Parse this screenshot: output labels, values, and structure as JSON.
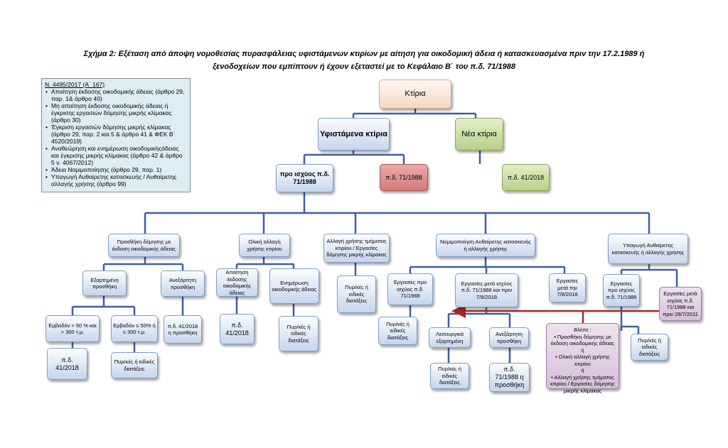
{
  "title": {
    "line1": "Σχήμα 2: Εξέταση από άποψη νομοθεσίας πυρασφάλειας υφιστάμενων κτιρίων με αίτηση για οικοδομική άδεια ή κατασκευασμένα πριν την 17.2.1989 ή",
    "line2": "ξενοδοχείων που εμπίπτουν ή έχουν εξεταστεί με το Κεφάλαιο Β΄ του π.δ. 71/1988"
  },
  "legend": {
    "heading": "Ν. 4495/2017 (Α΄ 167)",
    "items": [
      "Απαίτηση έκδοσης οικοδομικής άδειας (άρθρο 29, παρ. 1& άρθρο 40)",
      "Μη απαίτηση έκδοσης οικοδομικής άδειας ή έγκρισης εργασιών δόμησης μικρής κλίμακας (άρθρο 30)",
      "Έγκριση εργασιών δόμησης μικρής κλίμακας (άρθρο 29, παρ. 2 και 5 & άρθρο 41 & ΦΕΚ Β΄ 4520/2019)",
      "Αναθεώρηση και ενημέρωση οικοδομικήςάδειας και έγκρισης μικρής κλίμακας (άρθρο 42 & άρθρο 5 ν. 4067/2012)",
      "Άδεια Νομιμοποίησης (άρθρο 29, παρ. 1)",
      "Υπαγωγή Αυθαίρετης κατασκευής / Αυθαίρετης αλλαγής χρήσης (άρθρο 99)"
    ]
  },
  "nodes": {
    "ktiria": "Κτίρια",
    "yfistamena": "Υφιστάμενα κτίρια",
    "nea": "Νέα κτίρια",
    "pro": "προ ισχύος π.δ. 71/1988",
    "pd71": "π.δ. 71/1988",
    "pd41_new": "π.δ. 41/2018",
    "prosthiki": "Προσθήκη δόμησης με έκδοση οικοδομικής άδειας",
    "oliki": "Ολική αλλαγή χρήσης κτιρίου",
    "allagi_tmimatos": "Αλλαγή χρήσης τμήματος κτιρίου / Εργασίες δόμησης μικρής κλίμακας",
    "nomimopoiisi": "Νομιμοποίηση Αυθαίρετης κατασκευής ή αλλαγής χρήσης",
    "ypagogi": "Υπαγωγή Αυθαίρετης κατασκευής ή αλλαγής χρήσης",
    "exartimeni": "Εξαρτημένη προσθήκη",
    "anexartiti_a": "Ανεξάρτητη προσθήκη",
    "apaitisi": "Απαίτηση έκδοσης οικοδομικής άδειας",
    "enimerosi": "Ενημέρωση οικοδομικής άδειας",
    "pyr_eidikes_a": "Πυρ/κές ή ειδικές διατάξεις",
    "ergasies_pro_a": "Εργασίες προ ισχύος π.δ. 71/1988",
    "ergasies_meta_a": "Εργασίες μετά ισχύος π.δ. 71/1988 και πριν 7/8/2018",
    "ergasies_meta_782018": "Εργασίες μετά την 7/8/2018",
    "ergasies_pro_b": "Εργασίες προ ισχύος π.δ. 71/1988",
    "ergasies_meta_b": "Εργασίες μετά ισχύος π.δ. 71/1988 και πριν 28/7/2011",
    "emvadon_gt50": "Εμβαδόν > 50 % και > 300 τ.μ.",
    "emvadon_le50": "Εμβαδόν ≤ 50% ή ≤ 300 τ.μ.",
    "pd41_prosthiki": "π.δ. 41/2018 η προσθήκη",
    "pd41_oliki": "π.δ. 41/2018",
    "pyr_eidikes_enim": "Πυρ/κές ή ειδικές διατάξεις",
    "pyr_eidikes_pro": "Πυρ/κές ή ειδικές διατάξεις",
    "leitourgika": "Λειτουργικά εξαρτημένη",
    "anexartiti_b": "Ανεξάρτητη προσθήκη",
    "pyr_eidikes_ypag": "Πυρ/κές ή ειδικές διατάξεις",
    "pd41_exart": "π.δ. 41/2018",
    "pyr_eidikes_le50": "Πυρ/κές ή ειδικές διατάξεις",
    "pyr_eidikes_leit": "Πυρ/κές ή ειδικές διατάξεις",
    "pd71_prosthiki": "π.δ. 71/1988 η προσθήκη",
    "vlepe_head": "Βλέπε :",
    "vlepe_1": "• Προσθήκη δόμησης με έκδοση οικοδομικής άδειας",
    "vlepe_2": "ή",
    "vlepe_3": "• Ολική αλλαγή χρήσης κτιρίου",
    "vlepe_4": "ή",
    "vlepe_5": "• Αλλαγή χρήσης τμήματος κτιρίου / Εργασίες δόμησης μικρής κλίμακας"
  },
  "colors": {
    "connector": "#3f5fa0",
    "arrow": "#b22222",
    "blue_box": "#c6d6ec",
    "peach_box": "#f5d8c2",
    "green_box": "#b8d089",
    "red_box": "#d57a7a",
    "purple_box": "#d6c0da",
    "legend_bg": "#dcedf3"
  }
}
